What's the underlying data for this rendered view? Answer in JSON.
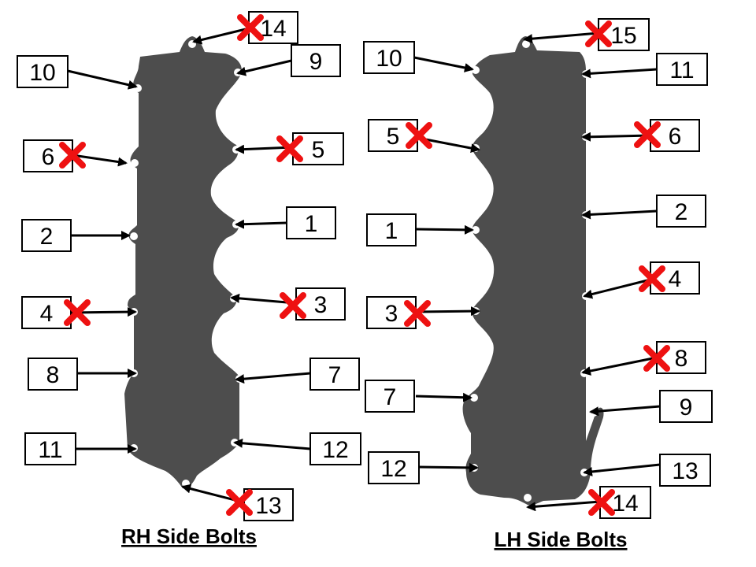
{
  "rh": {
    "caption": "RH Side Bolts",
    "labels": {
      "b1": "1",
      "b2": "2",
      "b3": "3",
      "b4": "4",
      "b5": "5",
      "b6": "6",
      "b7": "7",
      "b8": "8",
      "b9": "9",
      "b10": "10",
      "b11": "11",
      "b12": "12",
      "b13": "13",
      "b14": "14"
    },
    "crossed": [
      "3",
      "4",
      "5",
      "6",
      "13",
      "14"
    ]
  },
  "lh": {
    "caption": "LH Side Bolts",
    "labels": {
      "b1": "1",
      "b2": "2",
      "b3": "3",
      "b4": "4",
      "b5": "5",
      "b6": "6",
      "b7": "7",
      "b8": "8",
      "b9": "9",
      "b10": "10",
      "b11": "11",
      "b12": "12",
      "b13": "13",
      "b14": "14",
      "b15": "15"
    },
    "crossed": [
      "3",
      "4",
      "5",
      "6",
      "8",
      "14",
      "15"
    ]
  },
  "colors": {
    "gasket": "#4d4d4d",
    "hole": "#ffffff",
    "box_border": "#000000",
    "arrow": "#000000",
    "cross": "#ee1111"
  },
  "icons": {
    "cross": "x-mark-icon",
    "arrow": "arrow-right-icon"
  }
}
